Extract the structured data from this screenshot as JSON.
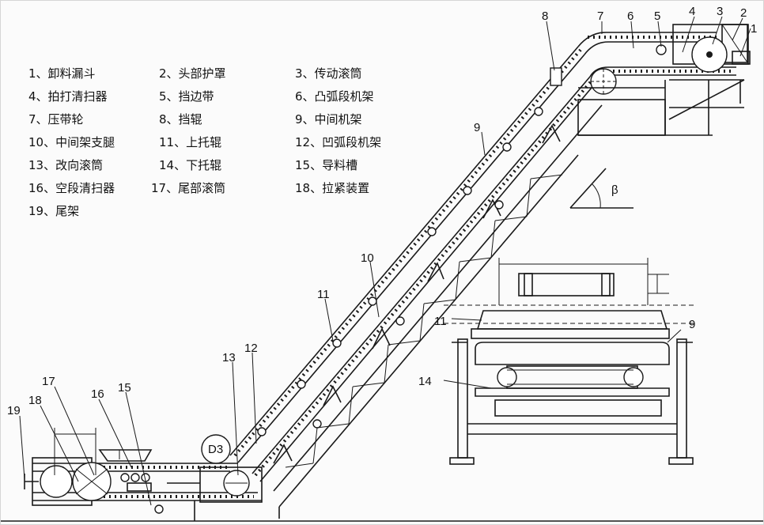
{
  "legend": [
    [
      "1、卸料漏斗",
      "2、头部护罩",
      "3、传动滚筒"
    ],
    [
      "4、拍打清扫器",
      "5、挡边带",
      "6、凸弧段机架"
    ],
    [
      "7、压带轮",
      "8、挡辊",
      "9、中间机架"
    ],
    [
      "10、中间架支腿",
      "11、上托辊",
      "12、凹弧段机架"
    ],
    [
      "13、改向滚筒",
      "14、下托辊",
      "15、导料槽"
    ],
    [
      "16、空段清扫器",
      "17、尾部滚筒",
      "18、拉紧装置"
    ],
    [
      "19、尾架"
    ]
  ],
  "callouts": {
    "c1": "1",
    "c2": "2",
    "c3": "3",
    "c4": "4",
    "c5": "5",
    "c6": "6",
    "c7": "7",
    "c8": "8",
    "c9a": "9",
    "c9b": "9",
    "c10": "10",
    "c11a": "11",
    "c11b": "11",
    "c12": "12",
    "c13": "13",
    "c14": "14",
    "c15": "15",
    "c16": "16",
    "c17": "17",
    "c18": "18",
    "c19": "19"
  },
  "angle_symbol": "β",
  "drum_label": "D3"
}
